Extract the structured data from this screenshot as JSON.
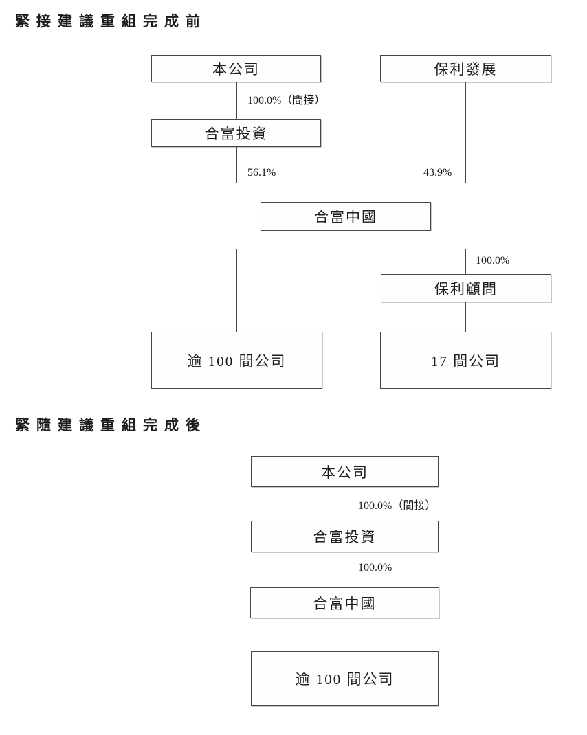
{
  "colors": {
    "background": "#ffffff",
    "text": "#1c1c1c",
    "box_border": "#474747",
    "box_fill": "#fffefc",
    "connector_line": "#4a4a4a"
  },
  "before_reorg": {
    "heading": "緊接建議重組完成前",
    "nodes": {
      "company": "本公司",
      "poly_developments": "保利發展",
      "hopefluent_investment": "合富投資",
      "hopefluent_china": "合富中國",
      "poly_consultant": "保利顧問",
      "over_100_companies": "逾 100 間公司",
      "seventeen_companies": "17 間公司"
    },
    "ownership_labels": {
      "company_to_hopefluent_investment": "100.0%（間接）",
      "hopefluent_investment_to_china": "56.1%",
      "poly_developments_to_china": "43.9%",
      "china_to_poly_consultant": "100.0%"
    }
  },
  "after_reorg": {
    "heading": "緊隨建議重組完成後",
    "nodes": {
      "company": "本公司",
      "hopefluent_investment": "合富投資",
      "hopefluent_china": "合富中國",
      "over_100_companies": "逾 100 間公司"
    },
    "ownership_labels": {
      "company_to_hopefluent_investment": "100.0%（間接）",
      "hopefluent_investment_to_china": "100.0%"
    }
  }
}
